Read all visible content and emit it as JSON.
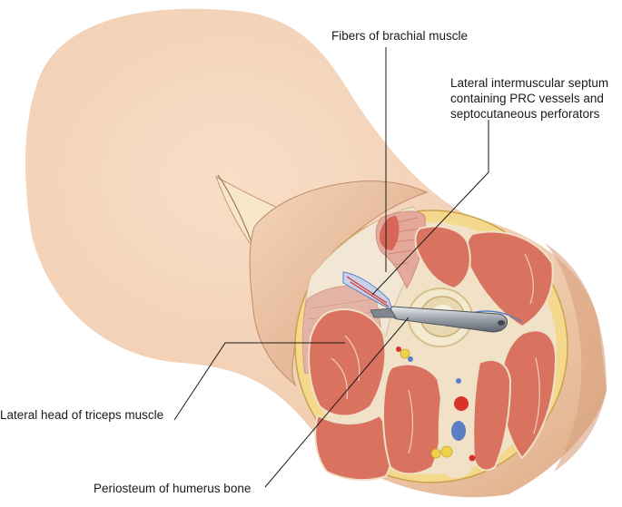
{
  "labels": {
    "fibers_brachial": "Fibers of brachial muscle",
    "septum_line1": "Lateral intermuscular septum",
    "septum_line2": "containing PRC vessels and",
    "septum_line3": "septocutaneous perforators",
    "lateral_triceps": "Lateral head of triceps muscle",
    "periosteum": "Periosteum of humerus bone"
  },
  "colors": {
    "skin": "#f3d2b4",
    "skin_shadow": "#e2b18e",
    "fat": "#f5db8a",
    "muscle": "#d9725f",
    "fascia": "#efe0c8",
    "bone": "#e8dcc0",
    "instrument": "#9aa0a8",
    "artery": "#d8332b",
    "vein": "#5a7fc4",
    "nerve": "#f0d24a"
  }
}
